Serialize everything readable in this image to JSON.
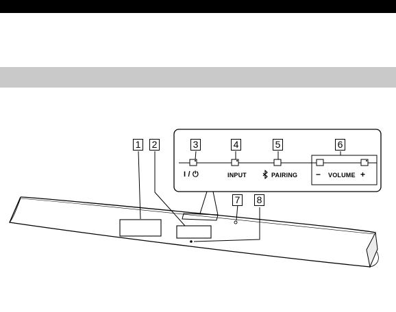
{
  "header": {
    "bar_color": "#000000"
  },
  "section": {
    "band_color": "#c9c9c9"
  },
  "callouts": [
    "1",
    "2",
    "3",
    "4",
    "5",
    "6",
    "7",
    "8"
  ],
  "controls": {
    "power_label": "I / ⏻",
    "input_label": "INPUT",
    "pairing_icon": "bluetooth-icon",
    "pairing_label": "PAIRING",
    "volume_minus": "−",
    "volume_label": "VOLUME",
    "volume_plus": "+"
  }
}
